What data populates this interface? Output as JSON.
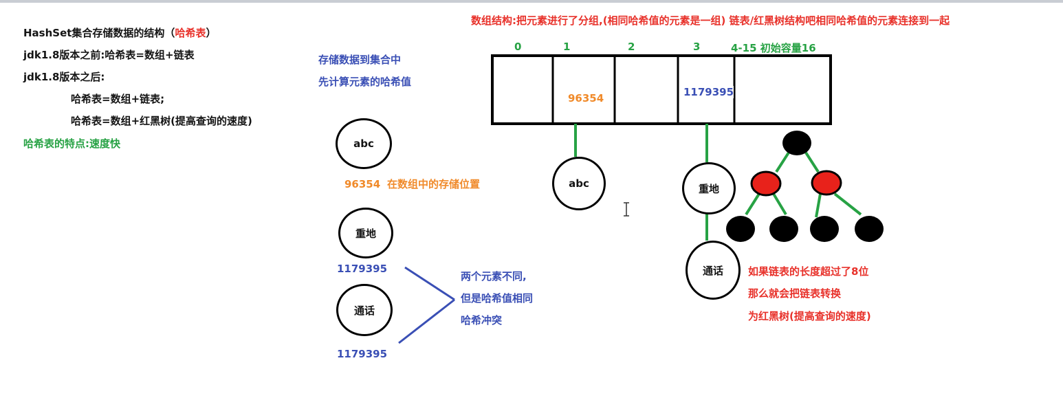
{
  "left_notes": {
    "title_prefix": "HashSet集合存储数据的结构（",
    "title_highlight": "哈希表",
    "title_suffix": "）",
    "line2": "jdk1.8版本之前:哈希表=数组+链表",
    "line3": "jdk1.8版本之后:",
    "line4": "哈希表=数组+链表;",
    "line5": "哈希表=数组+红黑树(提高查询的速度)",
    "feature": "哈希表的特点:速度快"
  },
  "middle": {
    "store_line1": "存储数据到集合中",
    "store_line2": "先计算元素的哈希值",
    "abc_label": "abc",
    "abc_hash": "96354",
    "abc_hash_note": "在数组中的存储位置",
    "zhongdi_label": "重地",
    "zhongdi_hash": "1179395",
    "tonghua_label": "通话",
    "tonghua_hash": "1179395",
    "collision_line1": "两个元素不同,",
    "collision_line2": "但是哈希值相同",
    "collision_line3": "哈希冲突"
  },
  "top_header": "数组结构:把元素进行了分组,(相同哈希值的元素是一组) 链表/红黑树结构吧相同哈希值的元素连接到一起",
  "array": {
    "index_0": "0",
    "index_1": "1",
    "index_2": "2",
    "index_3": "3",
    "index_rest": "4-15",
    "capacity_note": "初始容量16",
    "cell_1_value": "96354",
    "cell_3_value": "1179395"
  },
  "chain": {
    "node_abc": "abc",
    "node_zhongdi": "重地",
    "node_tonghua": "通话"
  },
  "tree_note": {
    "line1": "如果链表的长度超过了8位",
    "line2": "那么就会把链表转换",
    "line3": "为红黑树(提高查询的速度)"
  },
  "colors": {
    "red": "#e8312a",
    "green": "#27a244",
    "blue": "#3a4fb5",
    "orange": "#f08a2a",
    "node_black": "#000000",
    "node_red": "#e8221b"
  }
}
